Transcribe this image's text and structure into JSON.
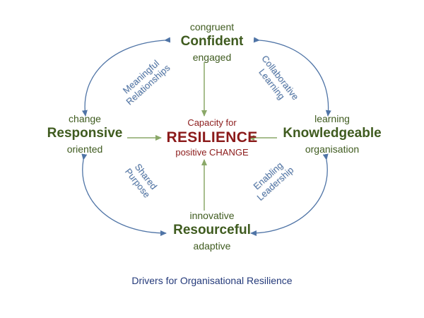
{
  "nodes": {
    "top": {
      "above": "congruent",
      "main": "Confident",
      "below": "engaged"
    },
    "left": {
      "above": "change",
      "main": "Responsive",
      "below": "oriented"
    },
    "right": {
      "above": "learning",
      "main": "Knowledgeable",
      "below": "organisation"
    },
    "bottom": {
      "above": "innovative",
      "main": "Resourceful",
      "below": "adaptive"
    },
    "center": {
      "above": "Capacity for",
      "main": "RESILIENCE",
      "below": "positive CHANGE"
    }
  },
  "drivers": {
    "top_left": {
      "line1": "Meaningful",
      "line2": "Relationships"
    },
    "top_right": {
      "line1": "Collaborative",
      "line2": "Learning"
    },
    "bottom_left": {
      "line1": "Shared",
      "line2": "Purpose"
    },
    "bottom_right": {
      "line1": "Enabling",
      "line2": "Leadership"
    }
  },
  "caption": "Drivers for Organisational Resilience",
  "colors": {
    "node_text": "#3f5b1f",
    "center_text": "#8b1a1a",
    "green_arrow": "#8aa868",
    "blue_arrow": "#4f74a6",
    "driver_text": "#4f74a6",
    "caption_text": "#243a7a"
  }
}
